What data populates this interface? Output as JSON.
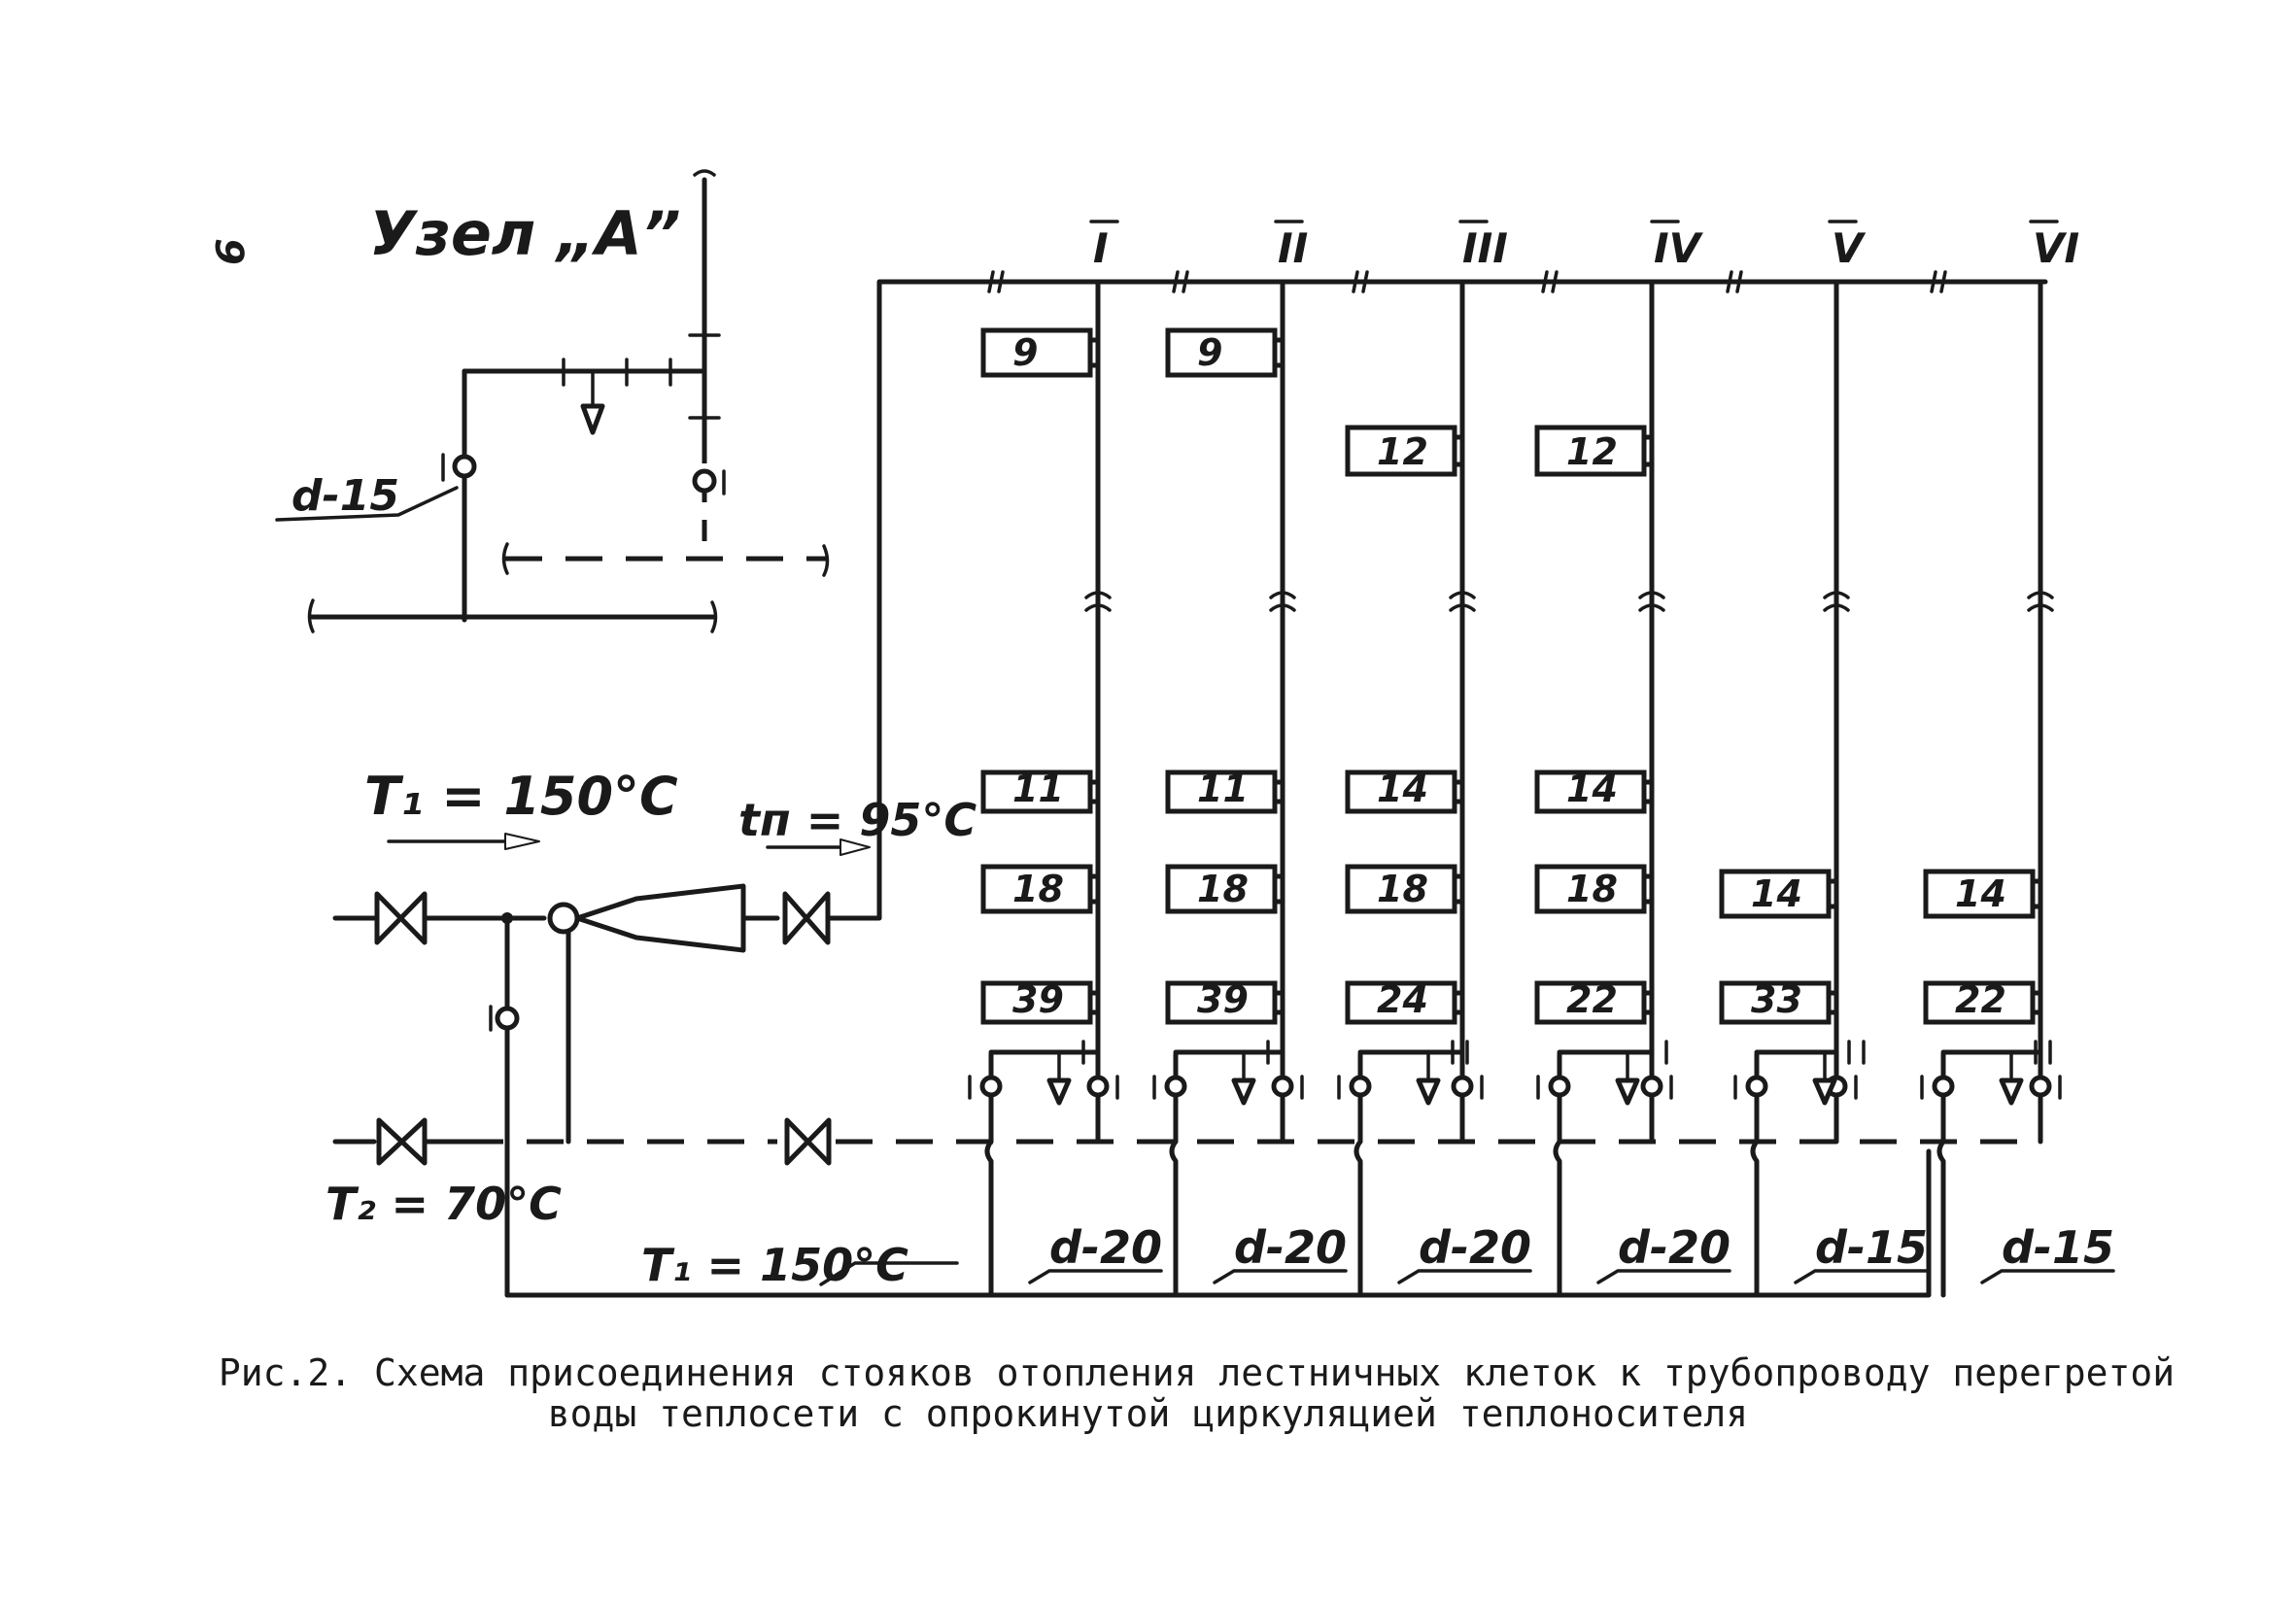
{
  "page_number": "9",
  "node_title": "Узел „А”",
  "node_pipe_label": "d-15",
  "supply_temp_label": "T₁ = 150°C",
  "mixed_temp_label": "tп = 95°C",
  "return_temp_label": "T₂ = 70°C",
  "bottom_supply_label": "T₁ = 150°C",
  "risers": [
    {
      "numeral": "I",
      "radiators": [
        "9",
        "11",
        "18",
        "39"
      ],
      "pipe": "d-20"
    },
    {
      "numeral": "II",
      "radiators": [
        "9",
        "11",
        "18",
        "39"
      ],
      "pipe": "d-20"
    },
    {
      "numeral": "III",
      "radiators": [
        "12",
        "14",
        "18",
        "24"
      ],
      "pipe": "d-20"
    },
    {
      "numeral": "IV",
      "radiators": [
        "12",
        "14",
        "18",
        "22"
      ],
      "pipe": "d-20"
    },
    {
      "numeral": "V",
      "radiators": [
        "14",
        "33"
      ],
      "pipe": "d-15"
    },
    {
      "numeral": "VI",
      "radiators": [
        "14",
        "22"
      ],
      "pipe": "d-15"
    }
  ],
  "caption_line1": "Рис.2. Схема присоединения стояков отопления лестничных клеток к трубопроводу перегретой",
  "caption_line2": "воды теплосети с  опрокинутой циркуляцией  теплоносителя"
}
